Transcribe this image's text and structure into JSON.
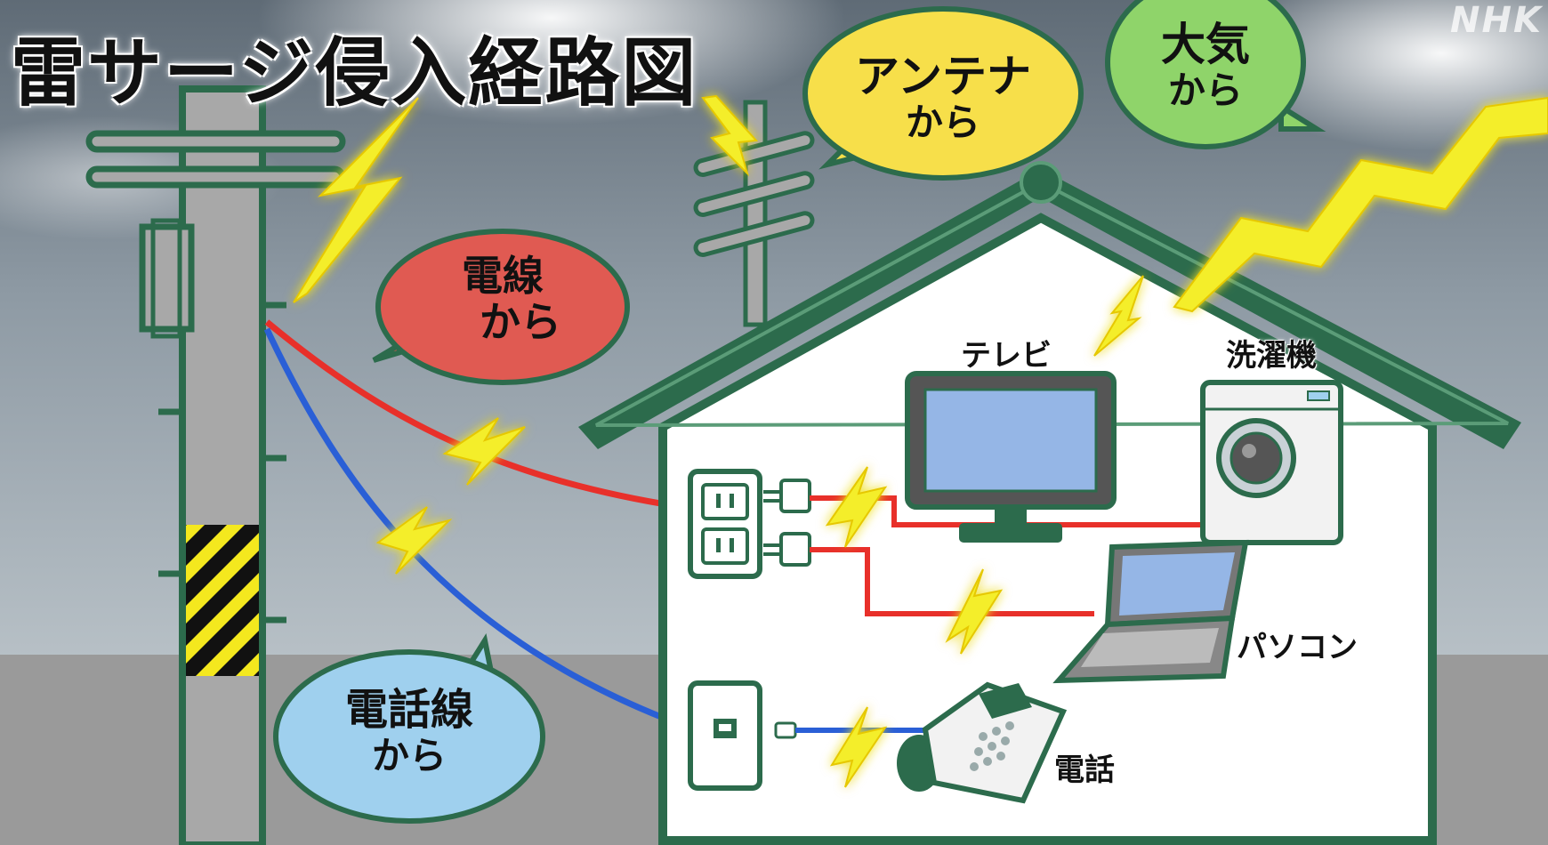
{
  "title": "雷サージ侵入経路図",
  "logo": "NHK",
  "bubbles": {
    "power_line": {
      "line1": "電線",
      "line2": "から",
      "color": "#e05a52"
    },
    "antenna": {
      "line1": "アンテナ",
      "line2": "から",
      "color": "#f7df4a"
    },
    "atmosphere": {
      "line1": "大気",
      "line2": "から",
      "color": "#8fd46a"
    },
    "phone_line": {
      "line1": "電話線",
      "line2": "から",
      "color": "#9fd0ee"
    }
  },
  "devices": {
    "tv": "テレビ",
    "washer": "洗濯機",
    "pc": "パソコン",
    "phone": "電話"
  },
  "colors": {
    "house_green": "#2c6b4c",
    "power_wire": "#e8302a",
    "phone_wire": "#2a5fd6",
    "lightning": "#f4ee2a",
    "sky": "#7d8a95",
    "ground": "#9a9a9a"
  }
}
